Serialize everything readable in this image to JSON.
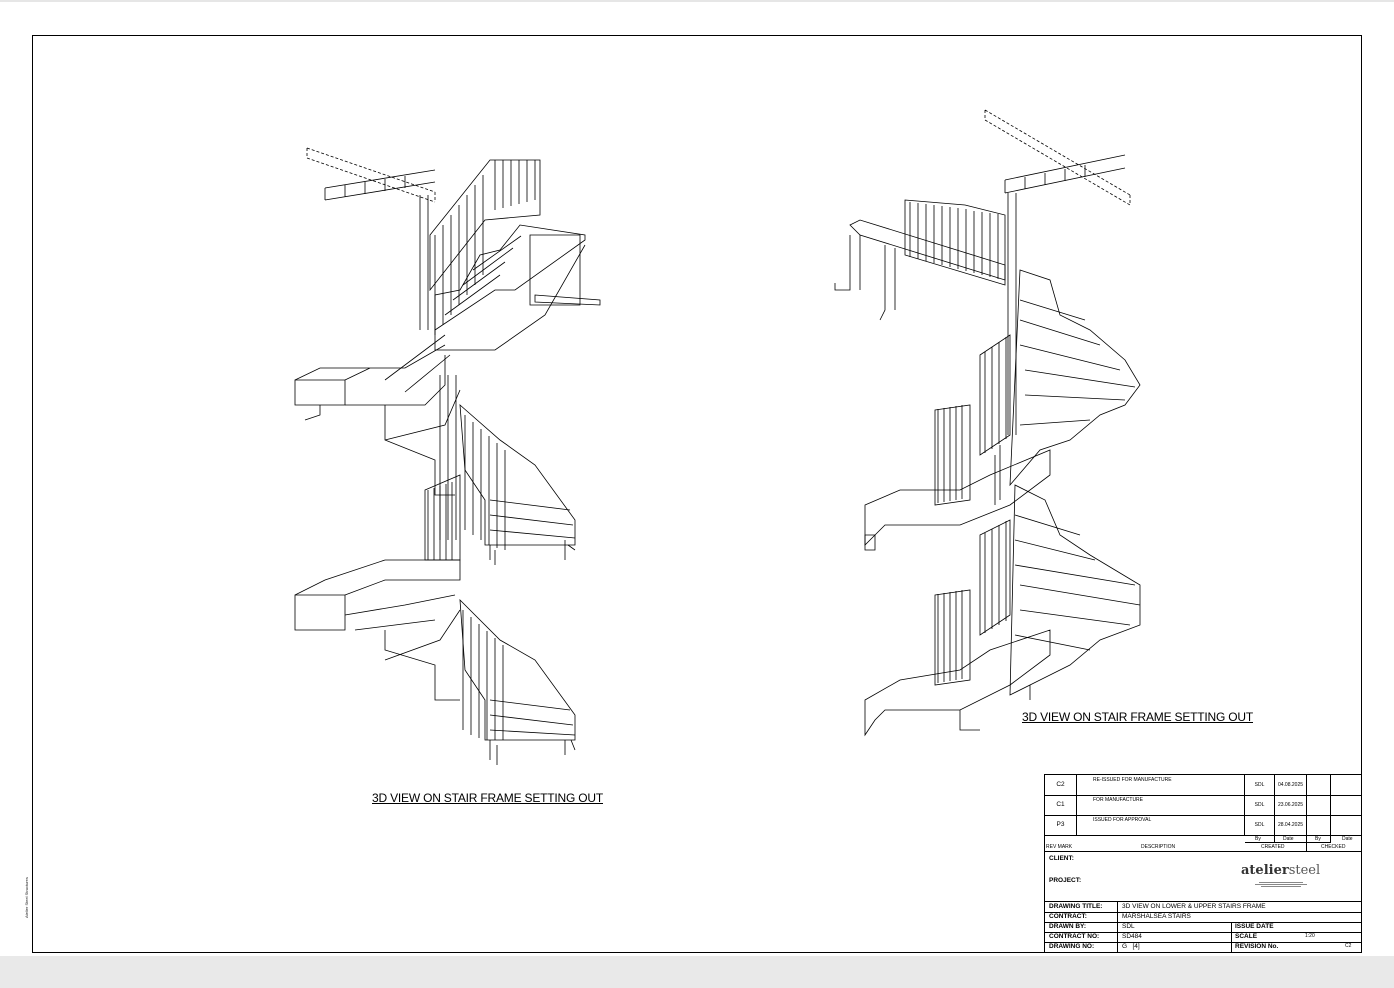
{
  "views": {
    "left_caption": "3D VIEW ON STAIR FRAME SETTING OUT",
    "right_caption": "3D VIEW ON STAIR FRAME SETTING OUT"
  },
  "side_note": "Atelier Steel Structures",
  "title_block": {
    "revisions": [
      {
        "mark": "C2",
        "description": "RE-ISSUED FOR MANUFACTURE",
        "by": "SDL",
        "date": "04.08.2025"
      },
      {
        "mark": "C1",
        "description": "FOR MANUFACTURE",
        "by": "SDL",
        "date": "23.06.2025"
      },
      {
        "mark": "P3",
        "description": "ISSUED FOR APPROVAL",
        "by": "SDL",
        "date": "28.04.2025"
      }
    ],
    "headers": {
      "rev_mark": "REV MARK",
      "description": "DESCRIPTION",
      "by": "By",
      "date": "Date",
      "by2": "By",
      "date2": "Date",
      "created": "CREATED",
      "checked": "CHECKED"
    },
    "client_label": "CLIENT:",
    "project_label": "PROJECT:",
    "logo": {
      "part1": "atelier",
      "part2": "steel"
    },
    "drawing_title_label": "DRAWING TITLE:",
    "drawing_title": "3D VIEW ON LOWER & UPPER STAIRS FRAME",
    "contract_label": "CONTRACT:",
    "contract": "MARSHALSEA STAIRS",
    "drawn_by_label": "DRAWN BY:",
    "drawn_by": "SDL",
    "issue_date_label": "ISSUE DATE",
    "contract_no_label": "CONTRACT NO:",
    "contract_no": "SD484",
    "scale_label": "SCALE",
    "scale": "1:20",
    "drawing_no_label": "DRAWING NO:",
    "drawing_no": "G   [4]",
    "revision_no_label": "REVISION No.",
    "revision_no": "C2"
  }
}
